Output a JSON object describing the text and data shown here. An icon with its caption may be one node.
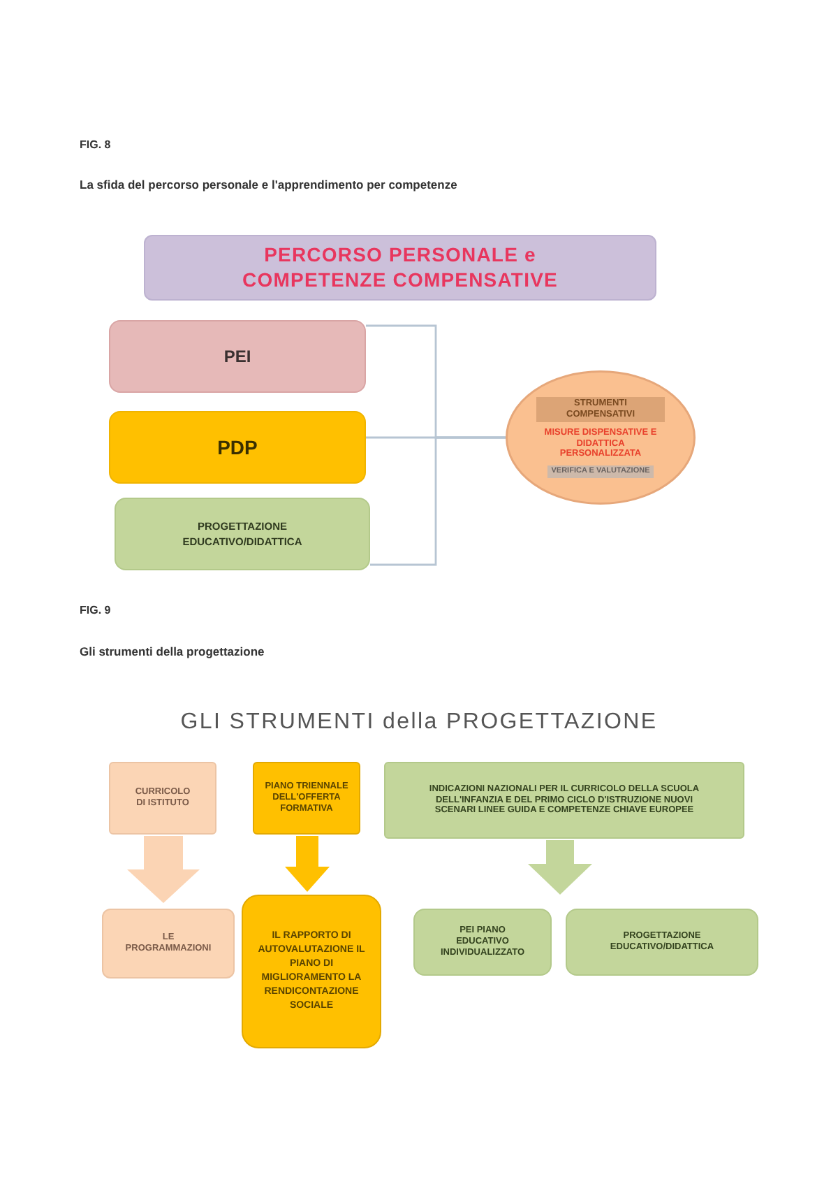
{
  "diagram": {
    "nodes": [
      {
        "text": [
          "PERCORSO PERSONALE e COMPETENZE COMPENSATIVE"
        ]
      },
      {
        "text": [
          "PEI"
        ]
      },
      {
        "text": [
          "PDP"
        ]
      },
      {
        "text": [
          "PROGETTAZIONE EDUCATIVO/DIDATTICA"
        ]
      },
      {
        "text": [
          "STRUMENTI COMPENSATIVI",
          "MISURE DISPENSATIVE E DIDATTICA PERSONALIZZATA",
          "VERIFICA E VALUTAZIONE"
        ]
      },
      {
        "text": [
          "CURRICOLO DI ISTITUTO"
        ]
      },
      {
        "text": [
          "PIANO TRIENNALE DELL'OFFERTA FORMATIVA"
        ]
      },
      {
        "text": [
          "INDICAZIONI NAZIONALI PER IL CURRICOLO DELLA SCUOLA DELL'INFANZIA E DEL PRIMO CICLO D'ISTRUZIONE NUOVI SCENARI LINEE GUIDA E COMPETENZE CHIAVE EUROPEE"
        ]
      },
      {
        "text": [
          "LE PROGRAMMAZIONI"
        ]
      },
      {
        "text": [
          "IL RAPPORTO DI AUTOVALUTAZIONE IL PIANO DI MIGLIORAMENTO LA RENDICONTAZIONE SOCIALE"
        ]
      },
      {
        "text": [
          "PEI PIANO EDUCATIVO INDIVIDUALIZZATO"
        ]
      },
      {
        "text": [
          "PROGETTAZIONE EDUCATIVO/DIDATTICA"
        ]
      }
    ],
    "edges": [
      {
        "from": 1,
        "to": 4,
        "arrow": "none"
      },
      {
        "from": 2,
        "to": 4,
        "arrow": "none"
      },
      {
        "from": 3,
        "to": 4,
        "arrow": "none"
      },
      {
        "from": 5,
        "to": 8,
        "arrow": "to",
        "color": "#fbd4b4"
      },
      {
        "from": 6,
        "to": 9,
        "arrow": "to",
        "color": "#ffc000"
      },
      {
        "from": 7,
        "to": 10,
        "arrow": "to",
        "color": "#c3d69b"
      },
      {
        "from": 7,
        "to": 11,
        "arrow": "to",
        "color": "#c3d69b"
      }
    ],
    "labels": [
      "FIG. 8",
      "La sfida del percorso personale e l'apprendimento per competenze",
      "FIG. 9",
      "Gli strumenti della progettazione",
      "GLI STRUMENTI della PROGETTAZIONE"
    ]
  }
}
